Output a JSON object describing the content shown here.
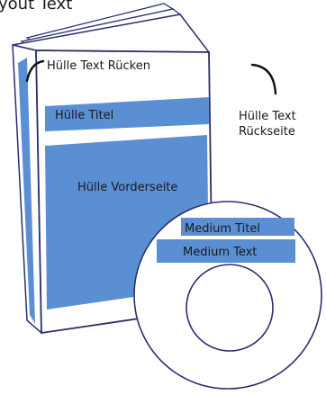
{
  "header": {
    "title": "yout Text"
  },
  "labels": {
    "spine": "Hülle Text Rücken",
    "back_line1": "Hülle Text",
    "back_line2": "Rückseite",
    "cover_title": "Hülle Titel",
    "cover_front": "Hülle Vorderseite",
    "disc_title": "Medium Titel",
    "disc_text": "Medium Text"
  },
  "colors": {
    "region_fill": "#5b8fd4",
    "outline": "#2a2f6e",
    "label_text": "#1a1a1a"
  }
}
